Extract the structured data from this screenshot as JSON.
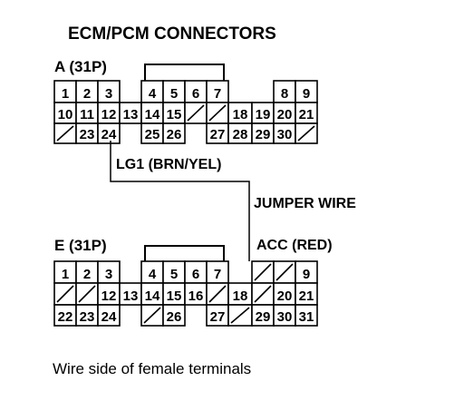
{
  "title": "ECM/PCM CONNECTORS",
  "caption": "Wire side of female terminals",
  "labels": {
    "wire1": "LG1 (BRN/YEL)",
    "jumper": "JUMPER WIRE",
    "wire2": "ACC (RED)"
  },
  "connectors": [
    {
      "name": "A (31P)",
      "rows": [
        [
          "1",
          "2",
          "3",
          "",
          "4",
          "5",
          "6",
          "7",
          "",
          "",
          "8",
          "9"
        ],
        [
          "10",
          "11",
          "12",
          "13",
          "14",
          "15",
          "/",
          "/",
          "18",
          "19",
          "20",
          "21"
        ],
        [
          "/",
          "23",
          "24",
          "",
          "25",
          "26",
          "",
          "27",
          "28",
          "29",
          "30",
          "/"
        ]
      ]
    },
    {
      "name": "E (31P)",
      "rows": [
        [
          "1",
          "2",
          "3",
          "",
          "4",
          "5",
          "6",
          "7",
          "",
          "/",
          "/",
          "9"
        ],
        [
          "/",
          "/",
          "12",
          "13",
          "14",
          "15",
          "16",
          "/",
          "18",
          "/",
          "20",
          "21"
        ],
        [
          "22",
          "23",
          "24",
          "",
          "/",
          "26",
          "",
          "27",
          "/",
          "29",
          "30",
          "31"
        ]
      ]
    }
  ]
}
